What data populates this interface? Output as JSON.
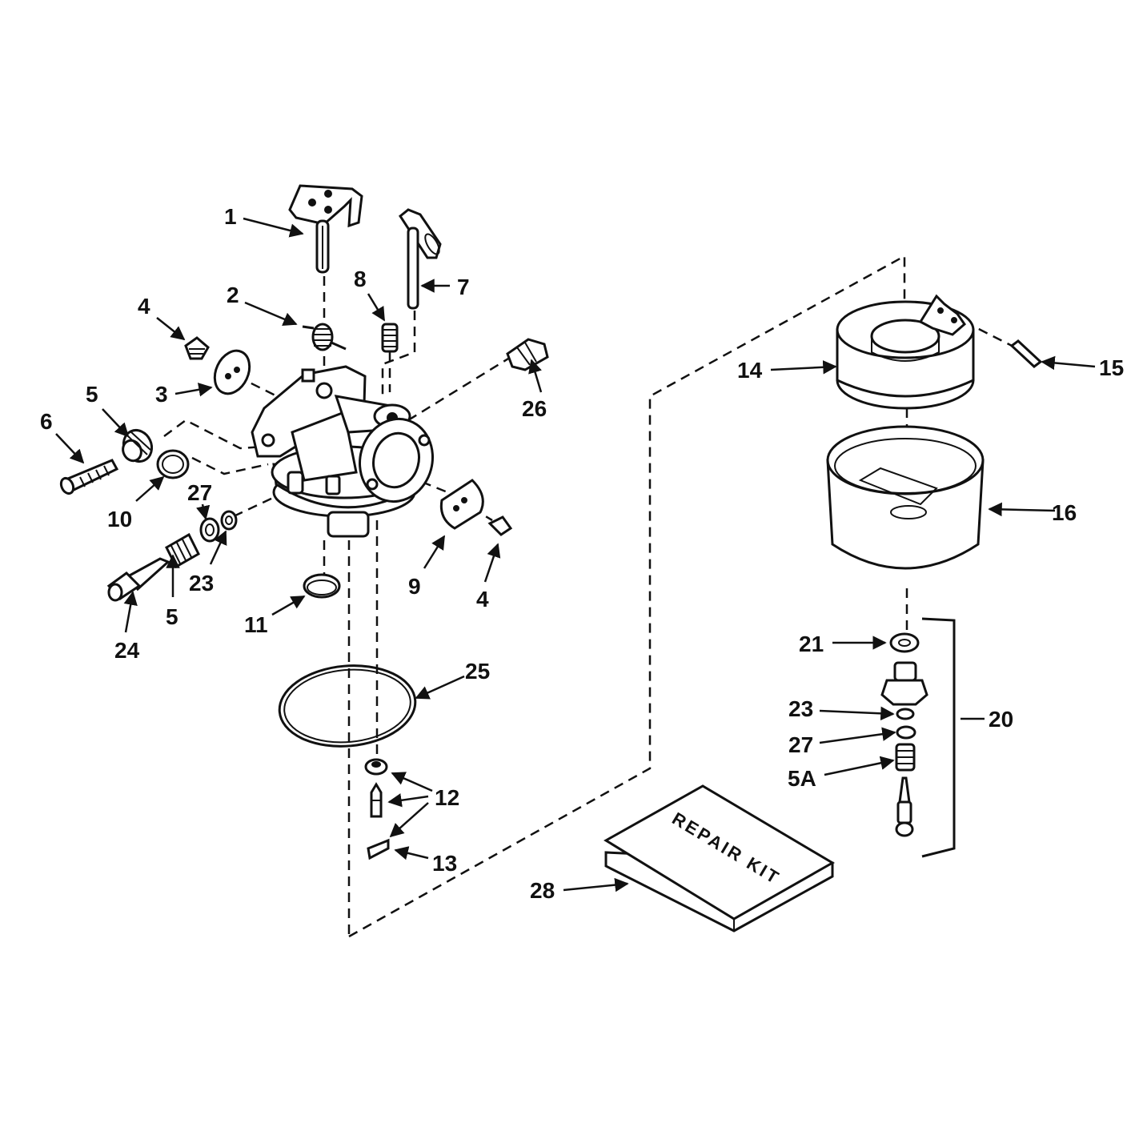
{
  "callouts": {
    "c1": "1",
    "c2": "2",
    "c3": "3",
    "c4a": "4",
    "c4b": "4",
    "c5a": "5",
    "c5b": "5",
    "c5A": "5A",
    "c6": "6",
    "c7": "7",
    "c8": "8",
    "c9": "9",
    "c10": "10",
    "c11": "11",
    "c12": "12",
    "c13": "13",
    "c14": "14",
    "c15": "15",
    "c16": "16",
    "c20": "20",
    "c21": "21",
    "c23a": "23",
    "c23b": "23",
    "c24": "24",
    "c25": "25",
    "c26": "26",
    "c27a": "27",
    "c27b": "27",
    "c28": "28"
  },
  "repair_kit_label": "REPAIR KIT",
  "colors": {
    "ink": "#111111",
    "paper": "#ffffff"
  }
}
